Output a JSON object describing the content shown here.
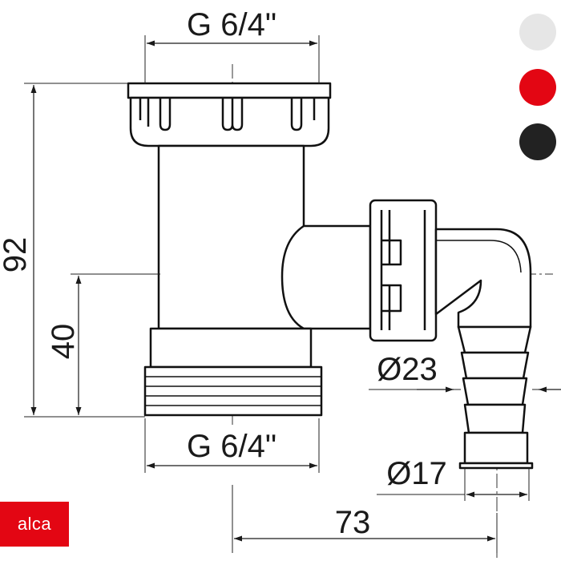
{
  "dimensions": {
    "top_thread": "G 6/4\"",
    "bottom_thread": "G 6/4\"",
    "overall_height": "92",
    "axis_height": "40",
    "outlet_diameter_1": "Ø23",
    "outlet_diameter_2": "Ø17",
    "outlet_offset": "73"
  },
  "color_options": [
    {
      "name": "white",
      "hex": "#e6e6e6"
    },
    {
      "name": "red",
      "hex": "#e30613"
    },
    {
      "name": "black",
      "hex": "#222222"
    }
  ],
  "brand": {
    "name": "alca",
    "color": "#e30613"
  }
}
